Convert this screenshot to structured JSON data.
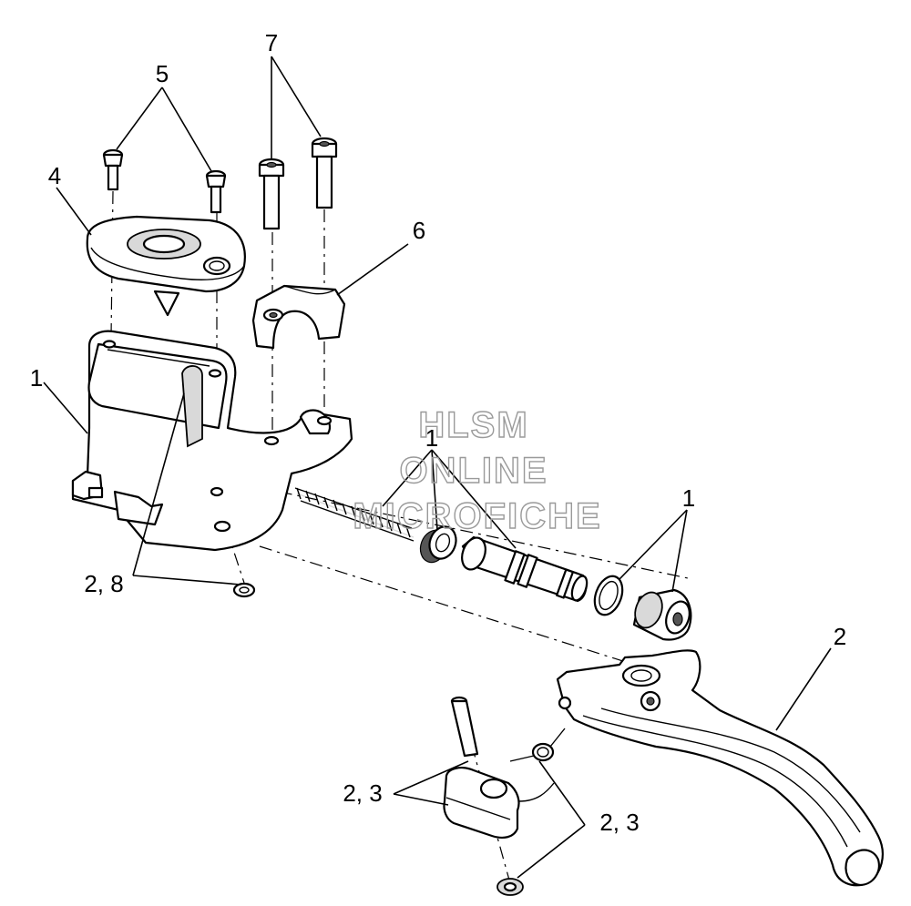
{
  "callouts": {
    "c1a": "1",
    "c1b": "1",
    "c1c": "1",
    "c2": "2",
    "c23a": "2, 3",
    "c23b": "2, 3",
    "c28": "2, 8",
    "c4": "4",
    "c5": "5",
    "c6": "6",
    "c7": "7"
  },
  "watermark": {
    "line1": "HLSM",
    "line2": "ONLINE",
    "line3": "MICROFICHE"
  }
}
